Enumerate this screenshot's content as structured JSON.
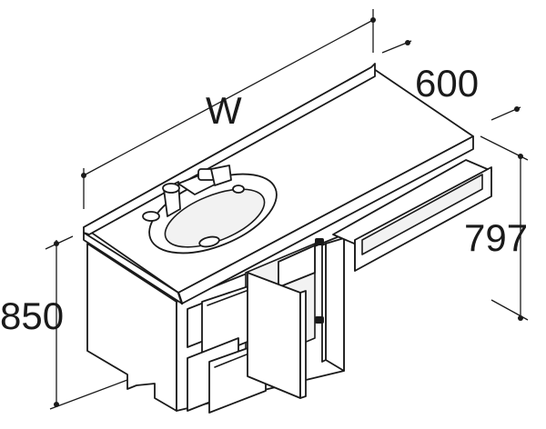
{
  "dimensions": {
    "width_label": "W",
    "depth_label": "600",
    "counter_height_label": "797",
    "total_height_label": "850"
  },
  "colors": {
    "line": "#1a1a1a",
    "background": "#ffffff"
  }
}
